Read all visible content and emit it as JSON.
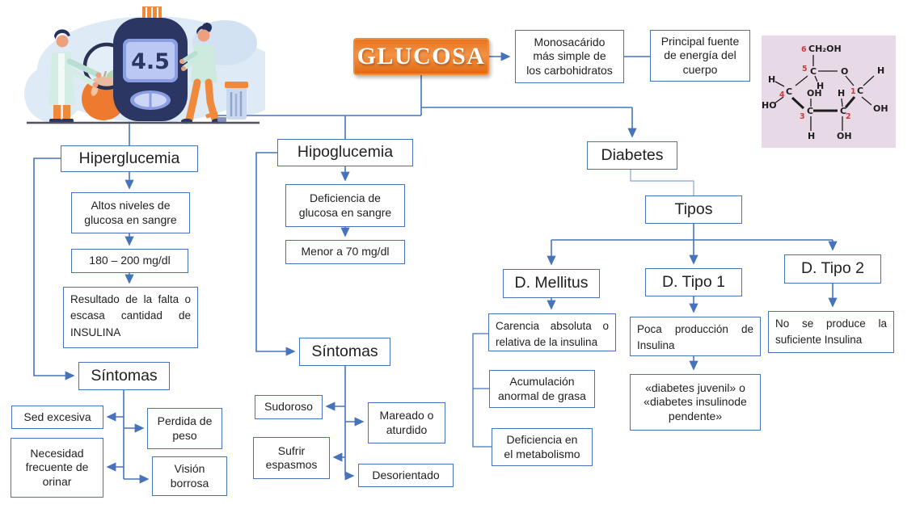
{
  "palette": {
    "connector_blue": "#4673bb",
    "connector_light": "#9ab0d8",
    "box_border": "#4673bb",
    "box_text": "#212121",
    "root_orange": "#ed7d31",
    "root_orange_dark": "#e06a12",
    "root_text": "#ffffff",
    "chem_background": "#e8d9e6",
    "chem_number_red": "#cf3a3a",
    "illustration_navy": "#2c3663",
    "illustration_orange": "#ef8a3d",
    "illustration_mint": "#cfe9e0",
    "illustration_screen": "#bcc8f4"
  },
  "nodes": {
    "glucosa": "GLUCOSA",
    "monosacarido": "Monosacárido\nmás simple de\nlos carbohidratos",
    "principal_fuente": "Principal fuente\nde energía del\ncuerpo",
    "hiperglucemia": "Hiperglucemia",
    "altos_niveles": "Altos niveles de\nglucosa en sangre",
    "rango_hiper": "180 – 200 mg/dl",
    "resultado_insulina": [
      "Resultado de la falta o",
      "escasa cantidad de",
      "INSULINA"
    ],
    "sintomas_hiper": "Síntomas",
    "sed_excesiva": "Sed excesiva",
    "perdida_peso": "Perdida de\npeso",
    "necesidad_orinar": "Necesidad\nfrecuente de\norinar",
    "vision_borrosa": "Visión\nborrosa",
    "hipoglucemia": "Hipoglucemia",
    "deficiencia_glucosa": "Deficiencia de\nglucosa en sangre",
    "rango_hipo": "Menor a 70 mg/dl",
    "sintomas_hipo": "Síntomas",
    "sudoroso": "Sudoroso",
    "mareado": "Mareado o\naturdido",
    "espasmos": "Sufrir\nespasmos",
    "desorientado": "Desorientado",
    "diabetes": "Diabetes",
    "tipos": "Tipos",
    "d_mellitus": "D. Mellitus",
    "d_tipo1": "D. Tipo 1",
    "d_tipo2": "D. Tipo 2",
    "carencia": [
      "Carencia absoluta o",
      "relativa de la insulina"
    ],
    "acumulacion": "Acumulación\nanormal de grasa",
    "deficiencia_metabolismo": "Deficiencia en\nel metabolismo",
    "poca_produccion": [
      "Poca producción de",
      "Insulina"
    ],
    "diabetes_juvenil": "«diabetes juvenil» o\n«diabetes insulinode\npendente»",
    "no_se_produce": [
      "No se produce la",
      "suficiente Insulina"
    ]
  },
  "illustration": {
    "meter_reading": "4.5"
  },
  "chem": {
    "atoms": [
      [
        49,
        20,
        "6",
        "r"
      ],
      [
        58,
        20,
        "CH₂OH",
        "k"
      ],
      [
        50,
        44,
        "5",
        "r"
      ],
      [
        60,
        48,
        "C",
        "k"
      ],
      [
        98,
        48,
        "O",
        "k"
      ],
      [
        143,
        47,
        "H",
        "k"
      ],
      [
        68,
        66,
        "H",
        "k"
      ],
      [
        8,
        58,
        "H",
        "k"
      ],
      [
        22,
        76,
        "4",
        "r"
      ],
      [
        30,
        73,
        "C",
        "k"
      ],
      [
        110,
        72,
        "1",
        "r"
      ],
      [
        118,
        72,
        "C",
        "k"
      ],
      [
        0,
        90,
        "HO",
        "k"
      ],
      [
        56,
        75,
        "OH",
        "k"
      ],
      [
        94,
        75,
        "H",
        "k"
      ],
      [
        47,
        103,
        "3",
        "r"
      ],
      [
        56,
        97,
        "C",
        "k"
      ],
      [
        104,
        103,
        "2",
        "r"
      ],
      [
        97,
        97,
        "C",
        "k"
      ],
      [
        138,
        94,
        "OH",
        "k"
      ],
      [
        57,
        128,
        "H",
        "k"
      ],
      [
        93,
        128,
        "OH",
        "k"
      ]
    ],
    "bonds": [
      [
        64,
        24,
        64,
        38,
        1.3
      ],
      [
        70,
        44,
        94,
        44,
        1.3
      ],
      [
        104,
        50,
        114,
        62,
        1.3
      ],
      [
        126,
        62,
        139,
        50,
        1.3
      ],
      [
        57,
        50,
        42,
        62,
        1.3
      ],
      [
        28,
        63,
        17,
        57,
        1.3
      ],
      [
        27,
        76,
        16,
        84,
        1.3
      ],
      [
        38,
        77,
        52,
        90,
        3
      ],
      [
        64,
        93,
        94,
        93,
        3
      ],
      [
        104,
        89,
        115,
        76,
        3
      ],
      [
        124,
        76,
        136,
        86,
        1.3
      ],
      [
        61,
        78,
        61,
        88,
        1.3
      ],
      [
        99,
        78,
        100,
        88,
        1.3
      ],
      [
        61,
        100,
        61,
        118,
        1.3
      ],
      [
        100,
        100,
        100,
        118,
        1.3
      ],
      [
        66,
        50,
        69,
        57,
        1.3
      ]
    ]
  }
}
